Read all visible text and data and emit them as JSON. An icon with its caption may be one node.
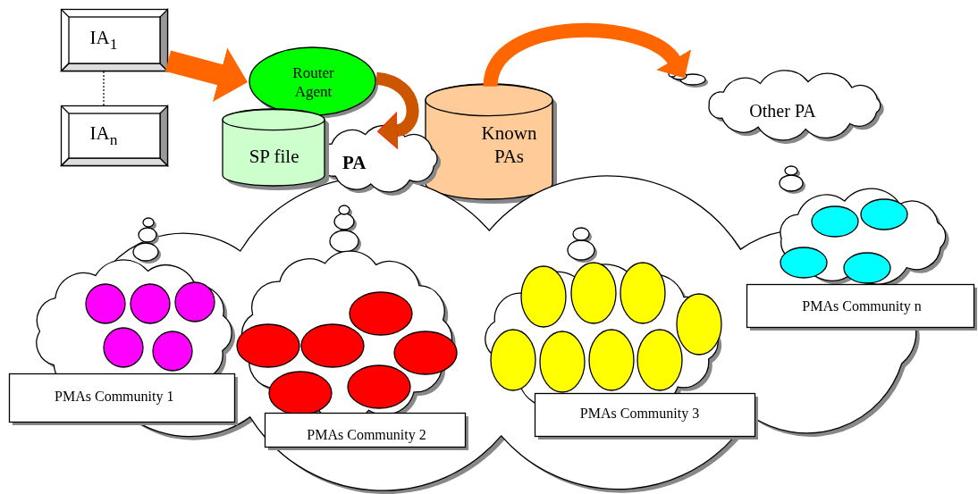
{
  "diagram": {
    "nodes": [
      {
        "text": [
          "IA$_{1}$"
        ]
      },
      {
        "text": [
          "IA$_{n}$"
        ]
      },
      {
        "text": [
          "Router Agent"
        ]
      },
      {
        "text": [
          "SP file"
        ]
      },
      {
        "text": [
          "PA"
        ]
      },
      {
        "text": [
          "Known PAs"
        ]
      },
      {
        "text": [
          "Other PA"
        ]
      },
      {
        "text": [],
        "shape": "cloud"
      },
      {
        "text": [],
        "shape": "cloud"
      },
      {
        "text": [],
        "shape": "circle",
        "in": 8
      },
      {
        "text": [],
        "shape": "circle",
        "in": 8
      },
      {
        "text": [],
        "shape": "circle",
        "in": 8
      },
      {
        "text": [],
        "shape": "circle",
        "in": 8
      },
      {
        "text": [],
        "shape": "circle",
        "in": 8
      },
      {
        "text": [
          "PMAs Community 1"
        ]
      },
      {
        "text": [],
        "shape": "cloud",
        "in": 7
      },
      {
        "text": [],
        "shape": "ellipse",
        "in": 15
      },
      {
        "text": [],
        "shape": "ellipse",
        "in": 15
      },
      {
        "text": [],
        "shape": "ellipse",
        "in": 15
      },
      {
        "text": [],
        "shape": "ellipse",
        "in": 15
      },
      {
        "text": [],
        "shape": "ellipse",
        "in": 15
      },
      {
        "text": [],
        "shape": "ellipse",
        "in": 15
      },
      {
        "text": [
          "PMAs Community 2"
        ],
        "in": 7
      },
      {
        "text": [],
        "shape": "cloud",
        "in": 7
      },
      {
        "text": [],
        "shape": "ellipse",
        "in": 23
      },
      {
        "text": [],
        "shape": "ellipse",
        "in": 23
      },
      {
        "text": [],
        "shape": "ellipse",
        "in": 23
      },
      {
        "text": [],
        "shape": "ellipse",
        "in": 23
      },
      {
        "text": [],
        "shape": "ellipse",
        "in": 23
      },
      {
        "text": [],
        "shape": "ellipse",
        "in": 23
      },
      {
        "text": [],
        "shape": "ellipse",
        "in": 23
      },
      {
        "text": [],
        "shape": "ellipse",
        "in": 23
      },
      {
        "text": [
          "PMAs Community 3"
        ],
        "in": 7
      },
      {
        "text": [],
        "shape": "cloud"
      },
      {
        "text": [],
        "shape": "ellipse",
        "in": 33
      },
      {
        "text": [],
        "shape": "ellipse",
        "in": 33
      },
      {
        "text": [],
        "shape": "ellipse",
        "in": 33
      },
      {
        "text": [],
        "shape": "ellipse",
        "in": 33
      },
      {
        "text": [
          "PMAs Community n"
        ]
      }
    ],
    "edges": [
      {
        "from": 0,
        "to": 1,
        "arrow": "none",
        "style": "dashed",
        "color": "#000000"
      },
      {
        "from": 0,
        "to": 2,
        "arrow": "to"
      },
      {
        "from": 2,
        "to": 4,
        "arrow": "to",
        "color": "#cc5500"
      },
      {
        "from": 5,
        "to": 6,
        "arrow": "to"
      }
    ]
  }
}
